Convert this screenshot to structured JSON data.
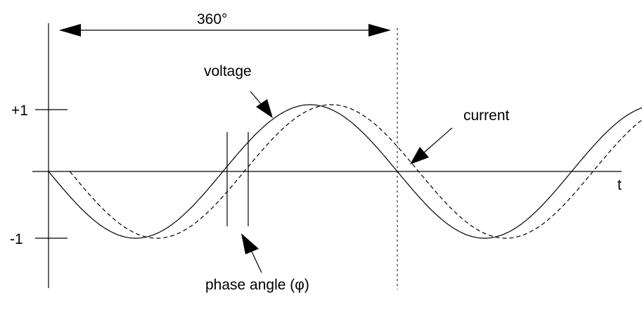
{
  "labels": {
    "period": "360°",
    "voltage": "voltage",
    "current": "current",
    "plus_one": "+1",
    "minus_one": "-1",
    "time_axis": "t",
    "phase_angle": "phase angle (φ)"
  },
  "waves": {
    "voltage": {
      "amplitude": -1,
      "cycles": 2,
      "phase_lag_degrees": 0,
      "line_style": "solid"
    },
    "current": {
      "amplitude": -1,
      "cycles": 2,
      "phase_lag_degrees": 22,
      "line_style": "dashed"
    }
  },
  "colors": {
    "ink": "#000000",
    "background": "#ffffff"
  }
}
